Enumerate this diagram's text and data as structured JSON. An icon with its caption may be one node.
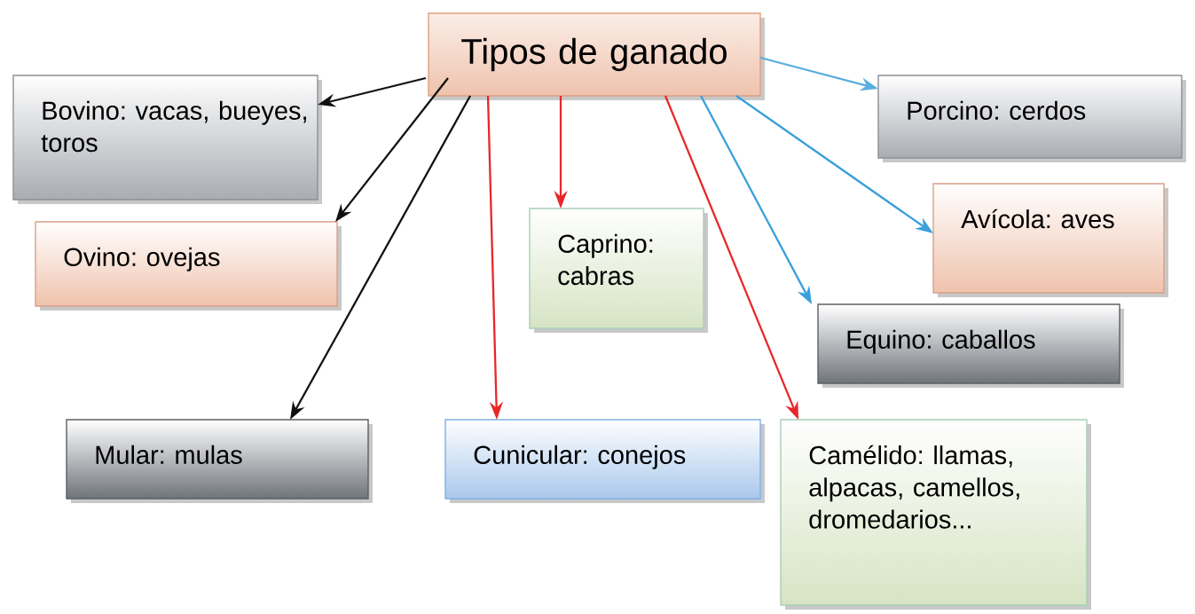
{
  "diagram": {
    "nodes": [
      {
        "text": [
          "Tipos de ganado"
        ]
      },
      {
        "text": [
          "Bovino: vacas, bueyes, toros"
        ]
      },
      {
        "text": [
          "Ovino: ovejas"
        ]
      },
      {
        "text": [
          "Caprino: cabras"
        ]
      },
      {
        "text": [
          "Porcino: cerdos"
        ]
      },
      {
        "text": [
          "Avícola: aves"
        ]
      },
      {
        "text": [
          "Equino: caballos"
        ]
      },
      {
        "text": [
          "Mular: mulas"
        ]
      },
      {
        "text": [
          "Cunicular: conejos"
        ]
      },
      {
        "text": [
          "Camélido: llamas, alpacas, camellos, dromedarios..."
        ]
      }
    ],
    "edges": [
      {
        "from": 0,
        "to": 1,
        "arrow": "to",
        "color": "#111111"
      },
      {
        "from": 0,
        "to": 2,
        "arrow": "to",
        "color": "#111111"
      },
      {
        "from": 0,
        "to": 7,
        "arrow": "to",
        "color": "#111111"
      },
      {
        "from": 0,
        "to": 8,
        "arrow": "to",
        "color": "#e8272a"
      },
      {
        "from": 0,
        "to": 3,
        "arrow": "to",
        "color": "#e8272a"
      },
      {
        "from": 0,
        "to": 9,
        "arrow": "to",
        "color": "#e8272a"
      },
      {
        "from": 0,
        "to": 4,
        "arrow": "to",
        "color": "#5aaee0"
      },
      {
        "from": 0,
        "to": 5,
        "arrow": "to",
        "color": "#3a9fdc"
      },
      {
        "from": 0,
        "to": 6,
        "arrow": "to",
        "color": "#3a9fdc"
      }
    ]
  }
}
